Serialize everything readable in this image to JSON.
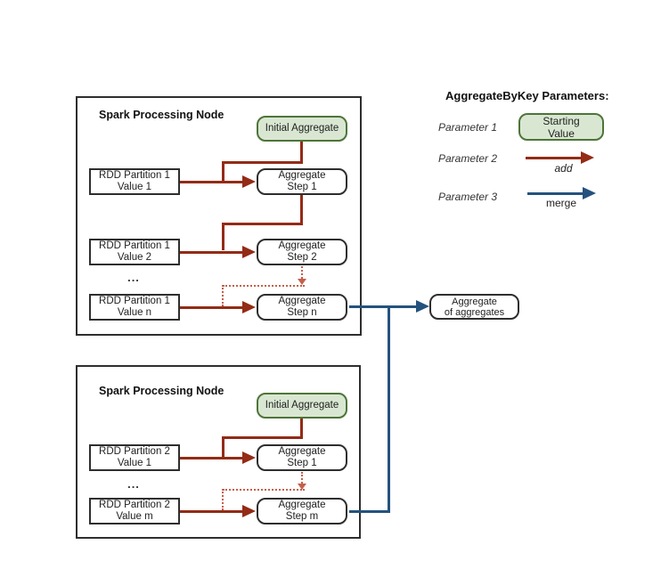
{
  "colors": {
    "box-border": "#2e2e2e",
    "text": "#1f1f1f",
    "label": "#333333",
    "green-fill": "#d9e7d2",
    "green-border": "#4d7538",
    "red": "#932b16",
    "red-dotted": "#c4604a",
    "blue": "#24527e"
  },
  "legend": {
    "title": "AggregateByKey Parameters:",
    "param1_label": "Parameter 1",
    "param1_value_line1": "Starting",
    "param1_value_line2": "Value",
    "param2_label": "Parameter 2",
    "param2_arrow_label": "add",
    "param3_label": "Parameter 3",
    "param3_arrow_label": "merge"
  },
  "nodes": [
    {
      "title": "Spark Processing Node",
      "initial_aggregate": "Initial Aggregate",
      "ellipsis": "...",
      "rows": [
        {
          "input_line1": "RDD Partition 1",
          "input_line2": "Value 1",
          "step_line1": "Aggregate",
          "step_line2": "Step 1"
        },
        {
          "input_line1": "RDD Partition 1",
          "input_line2": "Value 2",
          "step_line1": "Aggregate",
          "step_line2": "Step 2"
        },
        {
          "input_line1": "RDD Partition 1",
          "input_line2": "Value n",
          "step_line1": "Aggregate",
          "step_line2": "Step n"
        }
      ]
    },
    {
      "title": "Spark Processing Node",
      "initial_aggregate": "Initial Aggregate",
      "ellipsis": "...",
      "rows": [
        {
          "input_line1": "RDD Partition 2",
          "input_line2": "Value 1",
          "step_line1": "Aggregate",
          "step_line2": "Step 1"
        },
        {
          "input_line1": "RDD Partition 2",
          "input_line2": "Value m",
          "step_line1": "Aggregate",
          "step_line2": "Step m"
        }
      ]
    }
  ],
  "output": {
    "line1": "Aggregate",
    "line2": "of aggregates"
  }
}
